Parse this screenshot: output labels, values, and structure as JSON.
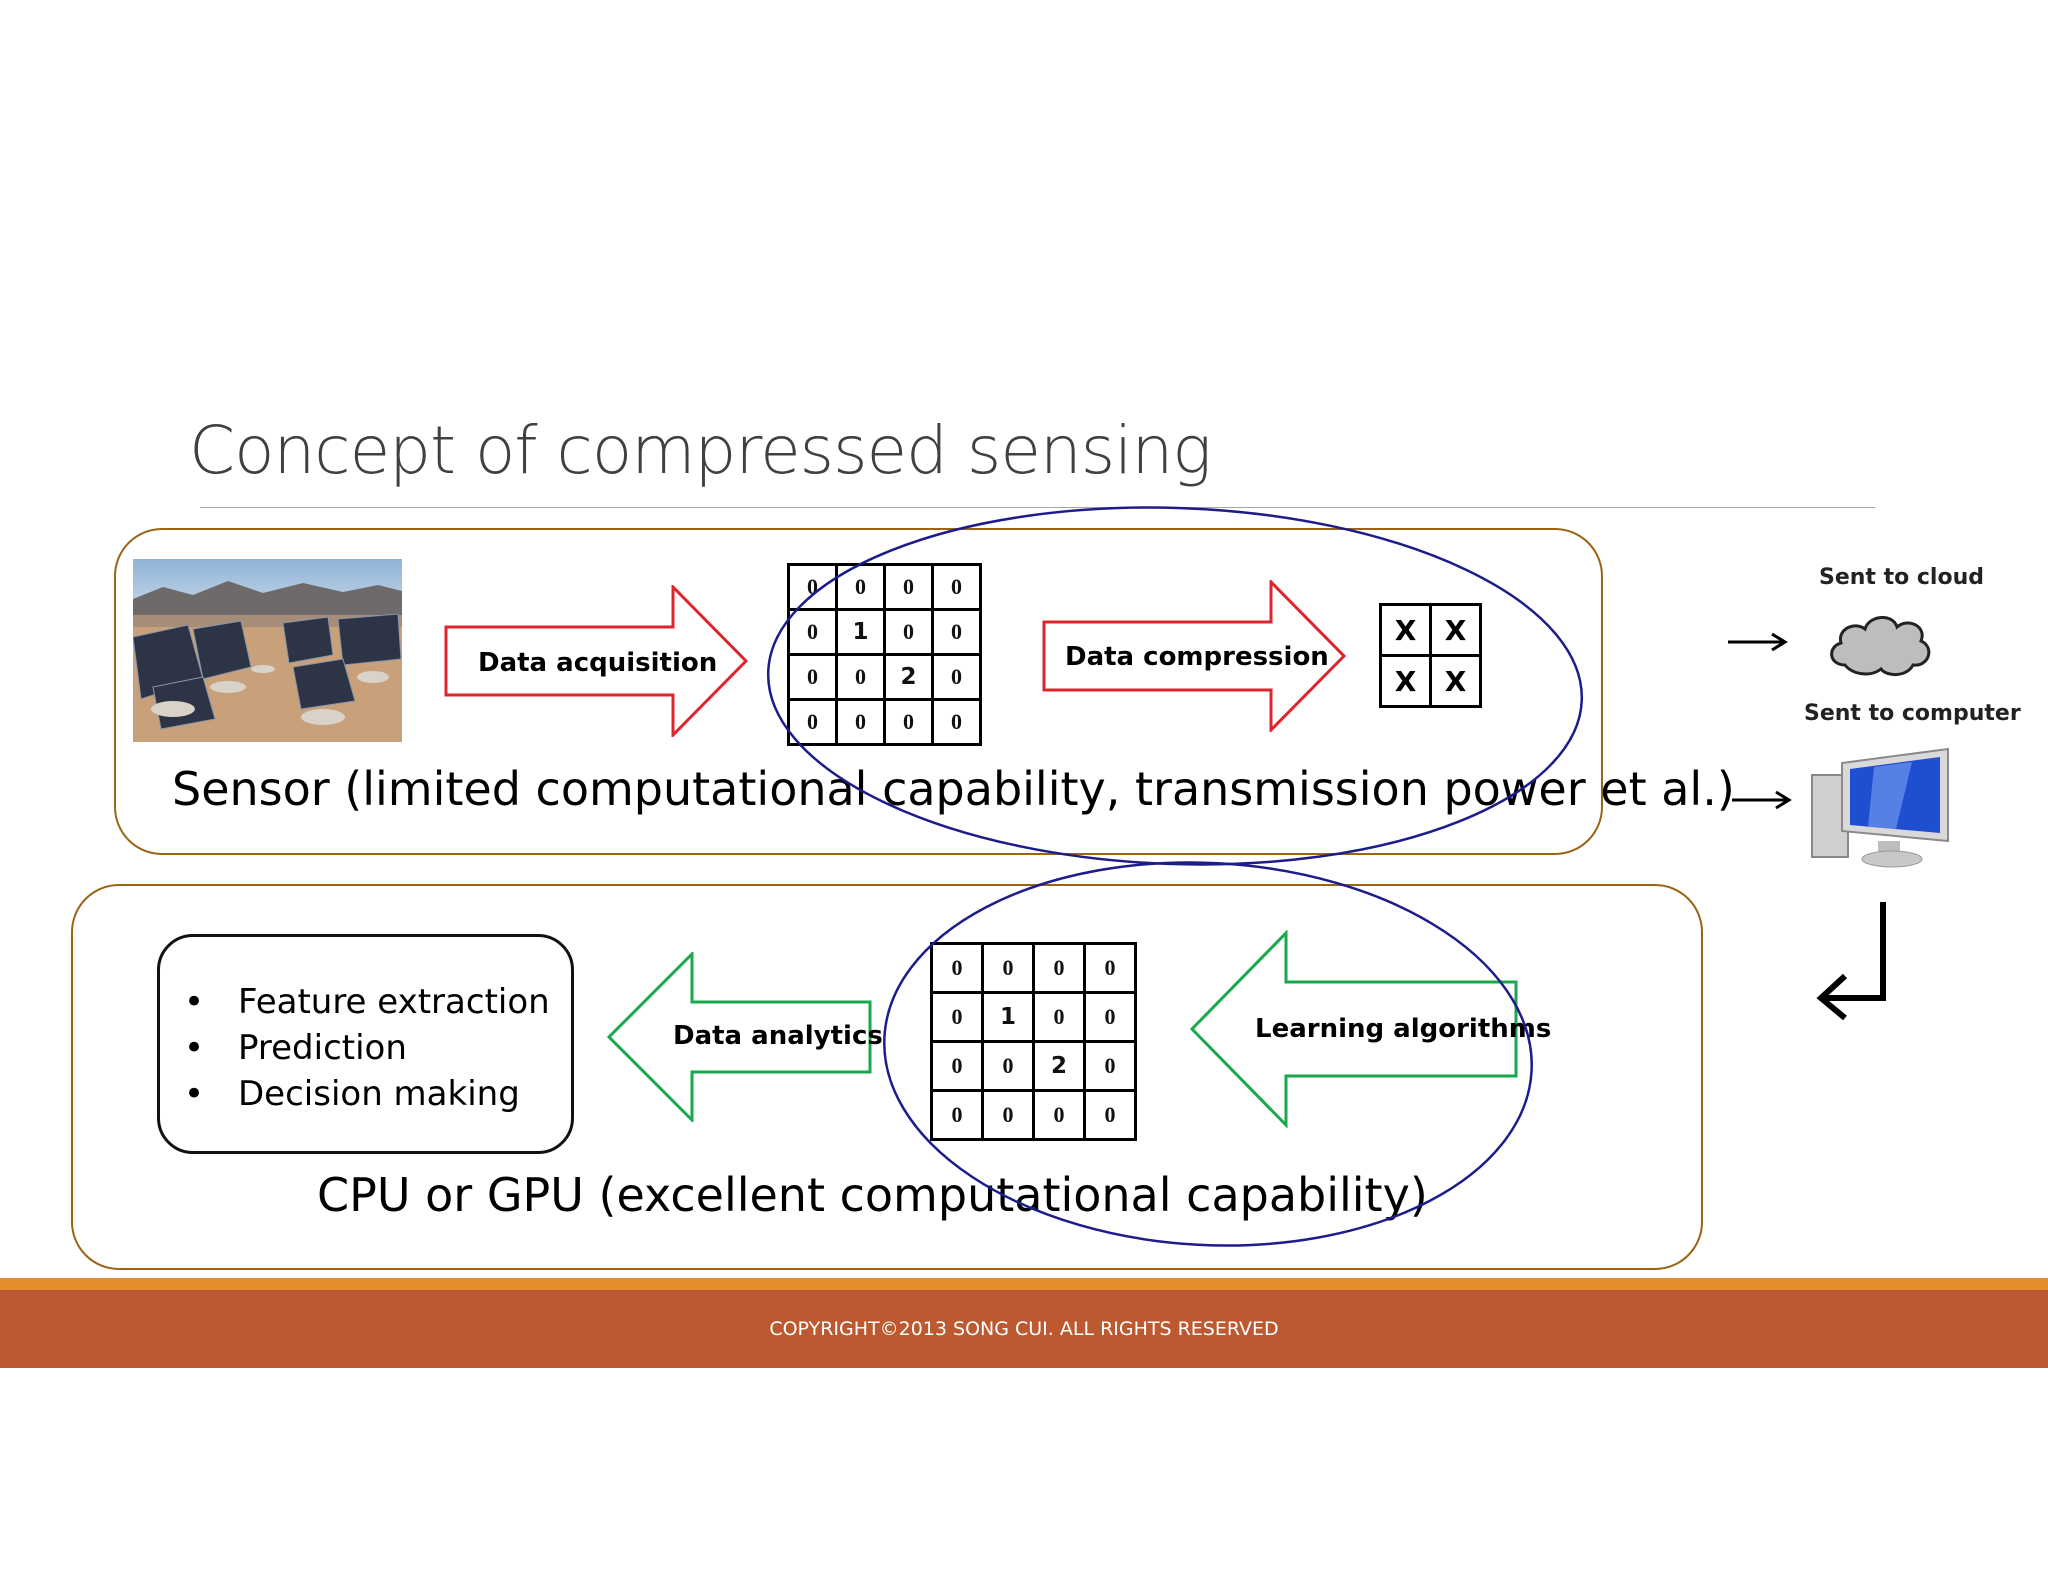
{
  "slide": {
    "title": "Concept of compressed sensing",
    "footer": "COPYRIGHT©2013 SONG CUI. ALL RIGHTS RESERVED"
  },
  "sensor_panel": {
    "caption": "Sensor (limited computational capability, transmission power et al.)",
    "arrow_acquisition": "Data acquisition",
    "arrow_compression": "Data compression",
    "matrix": [
      [
        "0",
        "0",
        "0",
        "0"
      ],
      [
        "0",
        "1",
        "0",
        "0"
      ],
      [
        "0",
        "0",
        "2",
        "0"
      ],
      [
        "0",
        "0",
        "0",
        "0"
      ]
    ],
    "compressed": [
      [
        "X",
        "X"
      ],
      [
        "X",
        "X"
      ]
    ]
  },
  "cpu_panel": {
    "caption": "CPU or GPU (excellent computational capability)",
    "arrow_analytics": "Data analytics",
    "arrow_learning": "Learning algorithms",
    "matrix": [
      [
        "0",
        "0",
        "0",
        "0"
      ],
      [
        "0",
        "1",
        "0",
        "0"
      ],
      [
        "0",
        "0",
        "2",
        "0"
      ],
      [
        "0",
        "0",
        "0",
        "0"
      ]
    ],
    "bullets": [
      "Feature extraction",
      "Prediction",
      "Decision making"
    ]
  },
  "destinations": {
    "cloud_label": "Sent to cloud",
    "computer_label": "Sent to computer"
  },
  "colors": {
    "panel_border": "#9c6316",
    "red_arrow": "#e0242c",
    "green_arrow": "#1aa84e",
    "ellipse": "#1c1c8c",
    "footer_band": "#bc5930",
    "footer_stripe": "#e58d2d"
  },
  "icons": [
    "solar-panel-photo",
    "cloud-icon",
    "computer-icon",
    "return-arrow-icon"
  ]
}
